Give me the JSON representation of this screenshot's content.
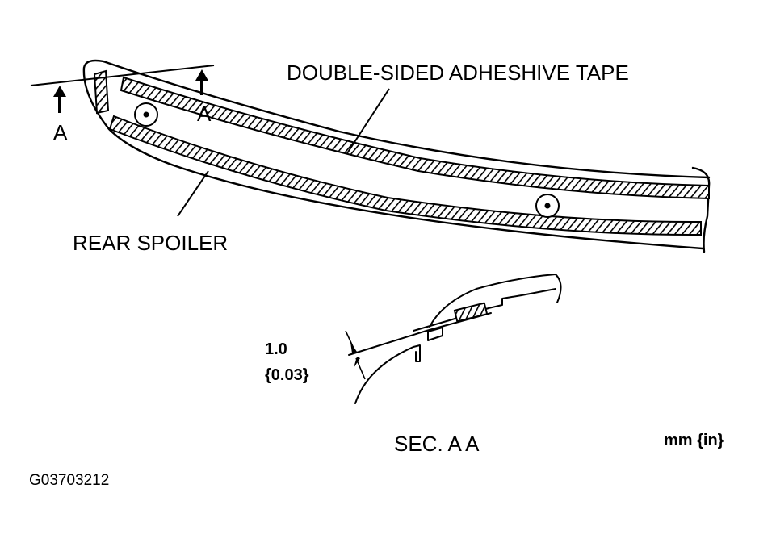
{
  "labels": {
    "tape": "DOUBLE-SIDED ADHESHIVE TAPE",
    "spoiler": "REAR SPOILER",
    "section_marker_left": "A",
    "section_marker_right": "A",
    "dimension_value": "1.0",
    "dimension_value_in": "{0.03}",
    "section_title": "SEC. A A",
    "units": "mm {in}",
    "figure_id": "G03703212"
  },
  "colors": {
    "ink": "#000000",
    "paper": "#ffffff"
  }
}
